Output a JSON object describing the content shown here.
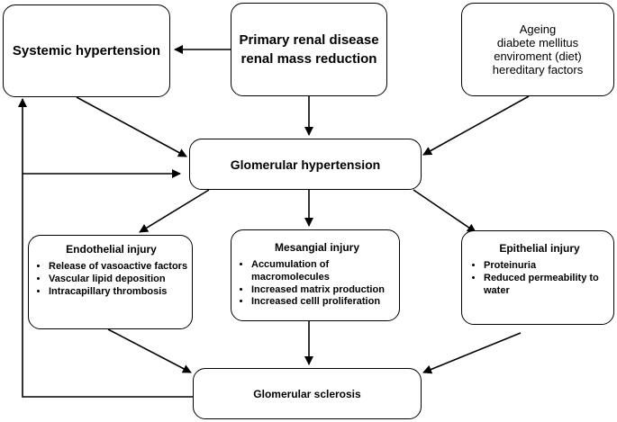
{
  "nodes": {
    "systemic_hypertension": {
      "label": "Systemic hypertension"
    },
    "primary_renal": {
      "lines": [
        "Primary renal disease",
        "renal mass reduction"
      ]
    },
    "risk_factors": {
      "lines": [
        "Ageing",
        "diabete mellitus",
        "enviroment (diet)",
        "hereditary factors"
      ]
    },
    "glomerular_hypertension": {
      "label": "Glomerular hypertension"
    },
    "endothelial_injury": {
      "title": "Endothelial injury",
      "items": [
        "Release of vasoactive factors",
        "Vascular lipid deposition",
        "Intracapillary thrombosis"
      ]
    },
    "mesangial_injury": {
      "title": "Mesangial injury",
      "items": [
        "Accumulation of macromolecules",
        "Increased matrix production",
        "Increased celll proliferation"
      ]
    },
    "epithelial_injury": {
      "title": "Epithelial injury",
      "items": [
        "Proteinuria",
        "Reduced permeability to water"
      ]
    },
    "glomerular_sclerosis": {
      "label": "Glomerular sclerosis"
    }
  }
}
